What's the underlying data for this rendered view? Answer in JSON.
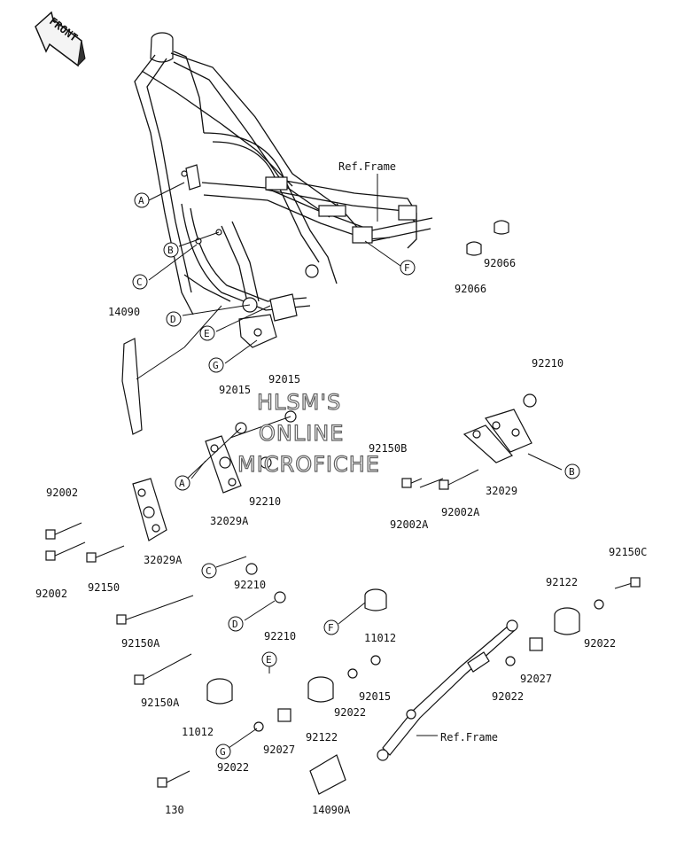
{
  "badge": {
    "text": "FRONT"
  },
  "watermark": {
    "line1": "HLSM'S",
    "line2": "ONLINE",
    "line3": "MICROFICHE"
  },
  "ref_labels": {
    "top": "Ref.Frame",
    "bottom": "Ref.Frame"
  },
  "callouts": {
    "A": "A",
    "B": "B",
    "C": "C",
    "D": "D",
    "E": "E",
    "F": "F",
    "G": "G"
  },
  "parts": {
    "p14090": "14090",
    "p92066a": "92066",
    "p92066b": "92066",
    "p92210_tr": "92210",
    "p92015_a": "92015",
    "p92015_b": "92015",
    "p92150B": "92150B",
    "p32029": "32029",
    "p92002A_a": "92002A",
    "p92002A_b": "92002A",
    "p92210_c": "92210",
    "p32029A_a": "32029A",
    "p92002_a": "92002",
    "p92002_b": "92002",
    "p92150": "92150",
    "p32029A_b": "32029A",
    "p92210_d": "92210",
    "p92150A_a": "92150A",
    "p92210_e": "92210",
    "p92150A_b": "92150A",
    "p11012_a": "11012",
    "p92015_c": "92015",
    "p92022_a": "92022",
    "p92122_a": "92122",
    "p92122_b": "92122",
    "p92150C": "92150C",
    "p92022_b": "92022",
    "p92027_a": "92027",
    "p92022_c": "92022",
    "p11012_b": "11012",
    "p92027_b": "92027",
    "p92022_d": "92022",
    "p130": "130",
    "p14090A": "14090A"
  },
  "colors": {
    "ink": "#111111",
    "background": "#ffffff",
    "watermark_stroke": "#606060"
  }
}
